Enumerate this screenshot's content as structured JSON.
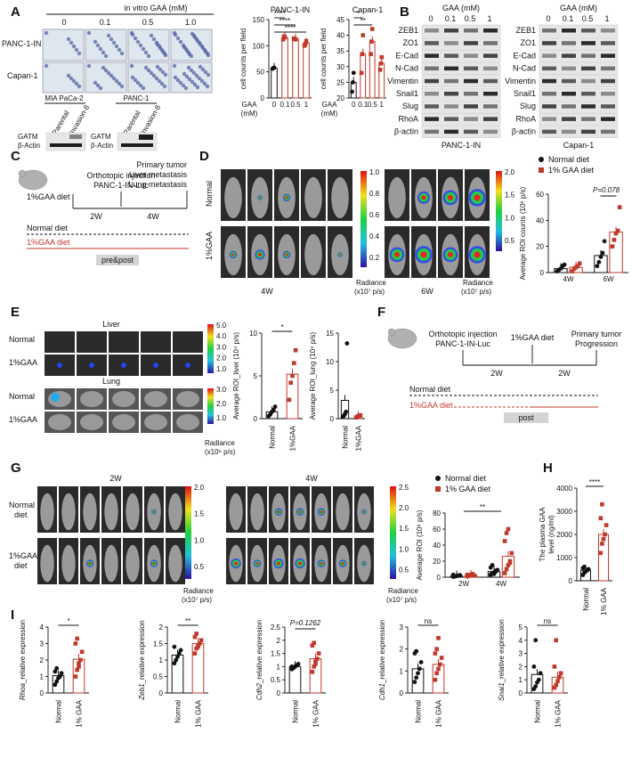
{
  "figure": {
    "panel_labels": [
      "A",
      "B",
      "C",
      "D",
      "E",
      "F",
      "G",
      "H",
      "I"
    ],
    "panelA": {
      "header": "in vitro GAA (mM)",
      "doses": [
        "0",
        "0.1",
        "0.5",
        "1.0"
      ],
      "rows": [
        "PANC-1-IN",
        "Capan-1"
      ],
      "blot_left_title": "MIA PaCa-2",
      "blot_right_title": "PANC-1",
      "blot_lanes": [
        "Parental",
        "Invasion-8"
      ],
      "blot_proteins": [
        "GATM",
        "β-Actin"
      ]
    },
    "panelB": {
      "header": "GAA (mM)",
      "doses": [
        "0",
        "0.1",
        "0.5",
        "1"
      ],
      "proteins": [
        "ZEB1",
        "ZO1",
        "E-Cad",
        "N-Cad",
        "Vimentin",
        "Snail1",
        "Slug",
        "RhoA",
        "β-actin"
      ],
      "cell_left": "PANC-1-IN",
      "cell_right": "Capan-1"
    },
    "panelC": {
      "diet_label": "1%GAA diet",
      "inject_label_1": "Orthotopic injection",
      "inject_label_2": "PANC-1-IN-Luc",
      "end_1": "Primary tumor",
      "end_2": "Liver metastasis",
      "end_3": "Lung metastasis",
      "w1": "2W",
      "w2": "4W",
      "normal": "Normal diet",
      "gaa": "1%GAA diet",
      "box": "pre&post"
    },
    "panelD": {
      "rows": [
        "Normal",
        "1%GAA"
      ],
      "times": [
        "4W",
        "6W"
      ],
      "scale1": [
        "1.0",
        "0.8",
        "0.6",
        "0.4",
        "0.2"
      ],
      "scale2": [
        "2.0",
        "1.5",
        "1.0",
        "0.5"
      ],
      "radiance": "Radiance",
      "unit": "(x10⁷ p/s)"
    },
    "panelE": {
      "liver": "Liver",
      "lung": "Lung",
      "rows": [
        "Normal",
        "1%GAA"
      ],
      "scale_liver": [
        "5.0",
        "4.0",
        "3.0",
        "2.0",
        "1.0"
      ],
      "scale_lung": [
        "3.0",
        "2.0",
        "1.0"
      ],
      "radiance": "Radiance",
      "unit": "(x10⁶ p/s)"
    },
    "panelF": {
      "inject_1": "Orthotopic injection",
      "inject_2": "PANC-1-IN-Luc",
      "diet": "1%GAA diet",
      "end_1": "Primary tumor",
      "end_2": "Progression",
      "w1": "2W",
      "w2": "2W",
      "normal": "Normal diet",
      "gaa": "1%GAA diet",
      "box": "post"
    },
    "panelG": {
      "times": [
        "2W",
        "4W"
      ],
      "rows_1": [
        "Normal",
        "diet"
      ],
      "rows_2": [
        "1%GAA",
        "diet"
      ],
      "scale1": [
        "2.0",
        "1.5",
        "1.0",
        "0.5"
      ],
      "scale2": [
        "2.5",
        "2.0",
        "1.5",
        "1.0",
        "0.5"
      ],
      "radiance": "Radiance",
      "unit": "(x10⁷ p/s)"
    },
    "colors": {
      "normal": "#111111",
      "gaa": "#b22222",
      "bar_red": "#c0392b"
    }
  },
  "chart_data": [
    {
      "id": "A1",
      "type": "bar",
      "title": "PANC-1-IN",
      "categories": [
        "0",
        "0.1",
        "0.5",
        "1"
      ],
      "values": [
        57,
        115,
        113,
        105
      ],
      "points": [
        [
          56,
          57,
          58
        ],
        [
          112,
          118,
          116
        ],
        [
          114,
          113,
          112
        ],
        [
          100,
          103,
          109
        ]
      ],
      "ylabel": "cell counts per field",
      "xlabel": "GAA\n(mM)",
      "ylim": [
        0,
        150
      ],
      "yticks": [
        0,
        50,
        100,
        150
      ],
      "sig": [
        "****",
        "****",
        "****"
      ]
    },
    {
      "id": "A2",
      "type": "bar",
      "title": "Capan-1",
      "categories": [
        "0",
        "0.1",
        "0.5",
        "1"
      ],
      "values": [
        25,
        34,
        38,
        31
      ],
      "points": [
        [
          22,
          25,
          28
        ],
        [
          28,
          34,
          40
        ],
        [
          34,
          38,
          42
        ],
        [
          29,
          31,
          33
        ]
      ],
      "ylabel": "cell counts per field",
      "xlabel": "GAA\n(mM)",
      "ylim": [
        20,
        45
      ],
      "yticks": [
        20,
        25,
        30,
        35,
        40,
        45
      ],
      "sig": [
        "*",
        "**"
      ]
    },
    {
      "id": "D",
      "type": "bar",
      "categories": [
        "4W",
        "6W"
      ],
      "series": [
        {
          "name": "Normal diet",
          "values": [
            3,
            13
          ]
        },
        {
          "name": "1% GAA diet",
          "values": [
            4,
            31
          ]
        }
      ],
      "points": [
        [
          [
            1,
            2,
            3,
            5,
            6
          ],
          [
            5,
            8,
            12,
            15,
            24
          ]
        ],
        [
          [
            1,
            3,
            4,
            5,
            7
          ],
          [
            20,
            25,
            30,
            32,
            50
          ]
        ]
      ],
      "ylabel": "Average ROI counts (10⁶ p/s)",
      "ylim": [
        0,
        60
      ],
      "yticks": [
        0,
        20,
        40,
        60
      ],
      "annotation": "P=0.078"
    },
    {
      "id": "E1",
      "type": "bar",
      "categories": [
        "Normal",
        "1%GAA"
      ],
      "values": [
        0.8,
        5.2
      ],
      "points": [
        [
          0.3,
          0.5,
          0.8,
          1.0,
          1.4
        ],
        [
          2.2,
          4.2,
          5.0,
          6.5,
          8.0
        ]
      ],
      "ylabel": "Average ROI_liver (10⁴ p/s)",
      "ylim": [
        0,
        10
      ],
      "yticks": [
        0,
        5,
        10
      ],
      "sig": [
        "*"
      ]
    },
    {
      "id": "E2",
      "type": "bar",
      "categories": [
        "Normal",
        "1%GAA"
      ],
      "values": [
        3.2,
        0.4
      ],
      "points": [
        [
          0.3,
          0.5,
          0.8,
          1.2,
          13.2
        ],
        [
          0.2,
          0.3,
          0.4,
          0.5,
          0.6
        ]
      ],
      "ylabel": "Average ROI_lung (10⁴ p/s)",
      "ylim": [
        0,
        15
      ],
      "yticks": [
        0,
        5,
        10,
        15
      ]
    },
    {
      "id": "G",
      "type": "bar",
      "categories": [
        "2W",
        "4W"
      ],
      "series": [
        {
          "name": "Normal diet",
          "values": [
            1.5,
            7
          ]
        },
        {
          "name": "1% GAA diet",
          "values": [
            2.5,
            26
          ]
        }
      ],
      "points": [
        [
          [
            0.5,
            1,
            1.5,
            2,
            2.5,
            3,
            1
          ],
          [
            3,
            5,
            6,
            7,
            9,
            12,
            15,
            4,
            8
          ]
        ],
        [
          [
            1,
            2,
            3,
            4,
            2,
            3
          ],
          [
            5,
            10,
            15,
            20,
            30,
            45,
            55,
            60,
            18
          ]
        ]
      ],
      "ylabel": "Average ROI (10⁶ p/s)",
      "ylim": [
        0,
        80
      ],
      "yticks": [
        0,
        20,
        40,
        60,
        80
      ],
      "sig": [
        "**"
      ]
    },
    {
      "id": "H",
      "type": "bar",
      "categories": [
        "Normal",
        "1% GAA"
      ],
      "values": [
        450,
        2000
      ],
      "points": [
        [
          250,
          350,
          400,
          450,
          500,
          550,
          600
        ],
        [
          1200,
          1600,
          1800,
          2000,
          2400,
          2700,
          3300
        ]
      ],
      "ylabel": "The plasma GAA\nlevel (ng/ml)",
      "ylim": [
        0,
        4000
      ],
      "yticks": [
        0,
        1000,
        2000,
        3000,
        4000
      ],
      "sig": [
        "****"
      ]
    },
    {
      "id": "I1",
      "type": "bar",
      "gene": "Rhoa",
      "categories": [
        "Normal",
        "1% GAA"
      ],
      "values": [
        1.05,
        2.05
      ],
      "points": [
        [
          0.5,
          0.7,
          0.9,
          1.0,
          1.2,
          1.3,
          1.5
        ],
        [
          1.0,
          1.4,
          1.8,
          2.0,
          2.5,
          3.0,
          3.3,
          1.6
        ]
      ],
      "ylabel": "_relative expression",
      "ylim": [
        0,
        4
      ],
      "yticks": [
        0,
        1,
        2,
        3,
        4
      ],
      "sig": [
        "*"
      ]
    },
    {
      "id": "I2",
      "type": "bar",
      "gene": "Zeb1",
      "categories": [
        "Normal",
        "1% GAA"
      ],
      "values": [
        1.15,
        1.5
      ],
      "points": [
        [
          0.9,
          1.0,
          1.1,
          1.2,
          1.3,
          1.4
        ],
        [
          1.2,
          1.35,
          1.4,
          1.5,
          1.6,
          1.7,
          1.8,
          1.45
        ]
      ],
      "ylabel": "_relative expression",
      "ylim": [
        0,
        2
      ],
      "yticks": [
        0,
        0.5,
        1.0,
        1.5,
        2.0
      ],
      "sig": [
        "**"
      ]
    },
    {
      "id": "I3",
      "type": "bar",
      "gene": "Cdh2",
      "categories": [
        "Normal",
        "1% GAA"
      ],
      "values": [
        1.0,
        1.3
      ],
      "points": [
        [
          0.9,
          0.95,
          1.0,
          1.05,
          1.1,
          1.0
        ],
        [
          0.8,
          1.0,
          1.2,
          1.3,
          1.5,
          1.8,
          1.9,
          1.1
        ]
      ],
      "ylabel": "_relative expression",
      "ylim": [
        0,
        2.5
      ],
      "yticks": [
        0,
        0.5,
        1.0,
        1.5,
        2.0,
        2.5
      ],
      "annotation": "P=0.1262"
    },
    {
      "id": "I4",
      "type": "bar",
      "gene": "Cdh1",
      "categories": [
        "Normal",
        "1% GAA"
      ],
      "values": [
        1.1,
        1.3
      ],
      "points": [
        [
          0.5,
          0.7,
          0.9,
          1.1,
          1.4,
          1.8,
          1.9
        ],
        [
          0.6,
          0.9,
          1.1,
          1.3,
          1.6,
          1.8,
          2.0,
          2.5
        ]
      ],
      "ylabel": "_relative expression",
      "ylim": [
        0,
        3
      ],
      "yticks": [
        0,
        1,
        2,
        3
      ],
      "sig": [
        "ns"
      ]
    },
    {
      "id": "I5",
      "type": "bar",
      "gene": "Snai1",
      "categories": [
        "Normal",
        "1% GAA"
      ],
      "values": [
        1.4,
        1.2
      ],
      "points": [
        [
          0.3,
          0.5,
          0.8,
          1.0,
          1.5,
          2.0,
          4.0
        ],
        [
          0.4,
          0.6,
          0.9,
          1.2,
          1.5,
          2.0,
          4.0
        ]
      ],
      "ylabel": "_relative expression",
      "ylim": [
        0,
        5
      ],
      "yticks": [
        0,
        1,
        2,
        3,
        4,
        5
      ],
      "sig": [
        "ns"
      ]
    }
  ]
}
